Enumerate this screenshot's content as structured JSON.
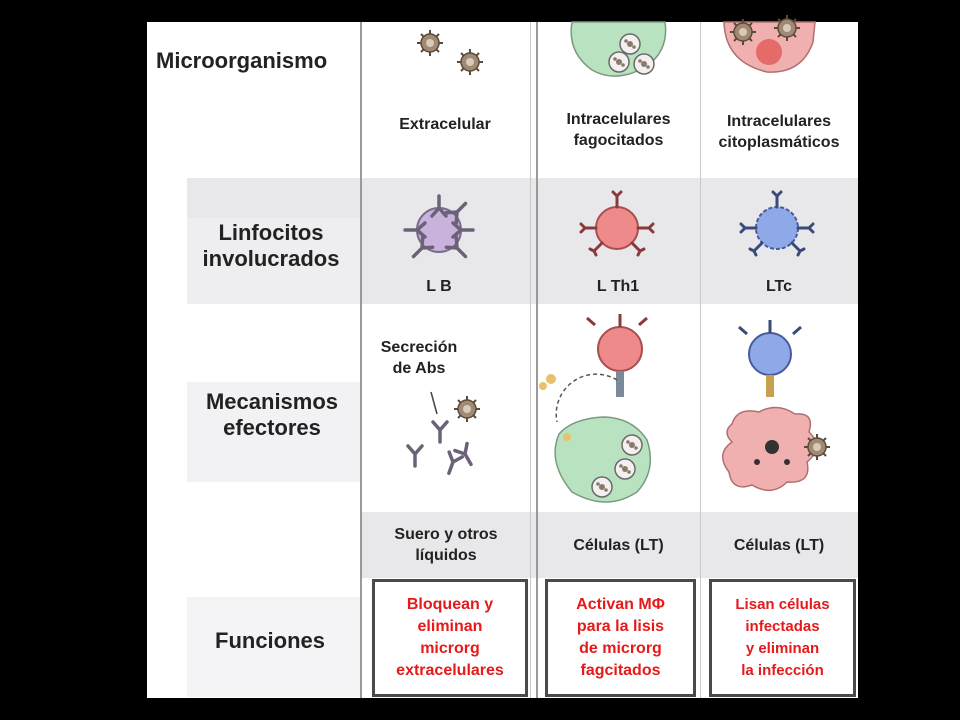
{
  "rows": {
    "microorganismo": "Microorganismo",
    "linfocitos": [
      "Linfocitos",
      "involucrados"
    ],
    "mecanismos": [
      "Mecanismos",
      "efectores"
    ],
    "funciones": "Funciones"
  },
  "columns": [
    {
      "microbe": [
        "Extracelular"
      ],
      "lymphocyte": "L B",
      "mechanism_note": [
        "Secreción",
        "de Abs"
      ],
      "site": [
        "Suero y otros",
        "líquidos"
      ],
      "function": [
        "Bloquean y",
        "eliminan",
        "microrg",
        "extracelulares"
      ]
    },
    {
      "microbe": [
        "Intracelulares",
        "fagocitados"
      ],
      "lymphocyte": "L Th1",
      "site": [
        "Células (LT)"
      ],
      "function": [
        "Activan MΦ",
        "para la lisis",
        "de microrg",
        "fagcitados"
      ]
    },
    {
      "microbe": [
        "Intracelulares",
        "citoplasmáticos"
      ],
      "lymphocyte": "LTc",
      "site": [
        "Células (LT)"
      ],
      "function": [
        "Lisan células",
        "infectadas",
        "y eliminan",
        "la infección"
      ]
    }
  ],
  "colors": {
    "function_text": "#e51a1a",
    "b_cell": "#c9b3dc",
    "th1_cell": "#ee8a8a",
    "ctl_cell": "#8ea8e8",
    "macrophage": "#b9e3c0",
    "target_cell": "#f1b0b0",
    "microbe": "#a08a74"
  }
}
